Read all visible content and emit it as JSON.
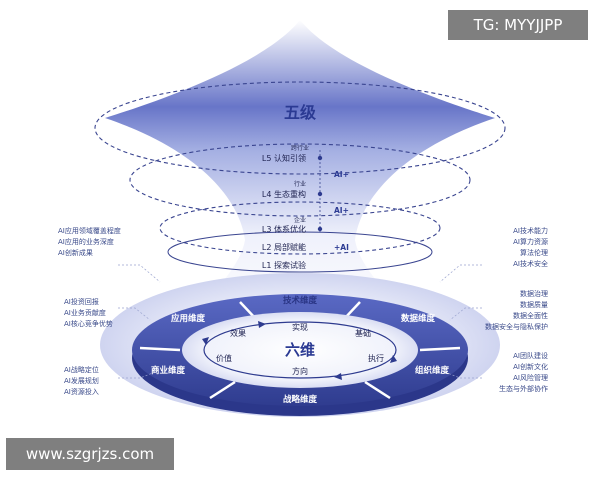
{
  "watermarks": {
    "top_right": "TG: MYYJJPP",
    "bottom_left": "www.szgrjzs.com"
  },
  "levels": {
    "title": "五级",
    "l5_tag": "跨行业",
    "l5": "L5 认知引领",
    "l4_tag": "行业",
    "l4": "L4 生态重构",
    "l3_tag": "企业",
    "l3": "L3 体系优化",
    "l2": "L2 局部赋能",
    "l1": "L1 探索试验",
    "ai_plus_1": "AI+",
    "ai_plus_2": "AI+",
    "plus_ai": "+AI"
  },
  "dimensions": {
    "title": "六维",
    "tech": "技术维度",
    "data": "数据维度",
    "org": "组织维度",
    "strategy": "战略维度",
    "business": "商业维度",
    "application": "应用维度"
  },
  "cycle": {
    "practice": "实现",
    "foundation": "基础",
    "execution": "执行",
    "direction": "方向",
    "value": "价值",
    "effect": "效果"
  },
  "annotations": {
    "application": [
      "AI应用领域覆盖程度",
      "AI应用的业务深度",
      "AI创新成果"
    ],
    "business": [
      "AI投资回报",
      "AI业务贡献度",
      "AI核心竞争优势"
    ],
    "strategy": [
      "AI战略定位",
      "AI发展规划",
      "AI资源投入"
    ],
    "tech": [
      "AI技术能力",
      "AI算力资源",
      "算法伦理",
      "AI技术安全"
    ],
    "data": [
      "数据治理",
      "数据质量",
      "数据全面性",
      "数据安全与隐私保护"
    ],
    "org": [
      "AI团队建设",
      "AI创新文化",
      "AI风险管理",
      "生态与外部协作"
    ]
  },
  "colors": {
    "primary": "#3f4fa8",
    "dark": "#2e3b8f",
    "light_lavender": "#e8eaf8",
    "text_blue": "#2f3c8c"
  }
}
